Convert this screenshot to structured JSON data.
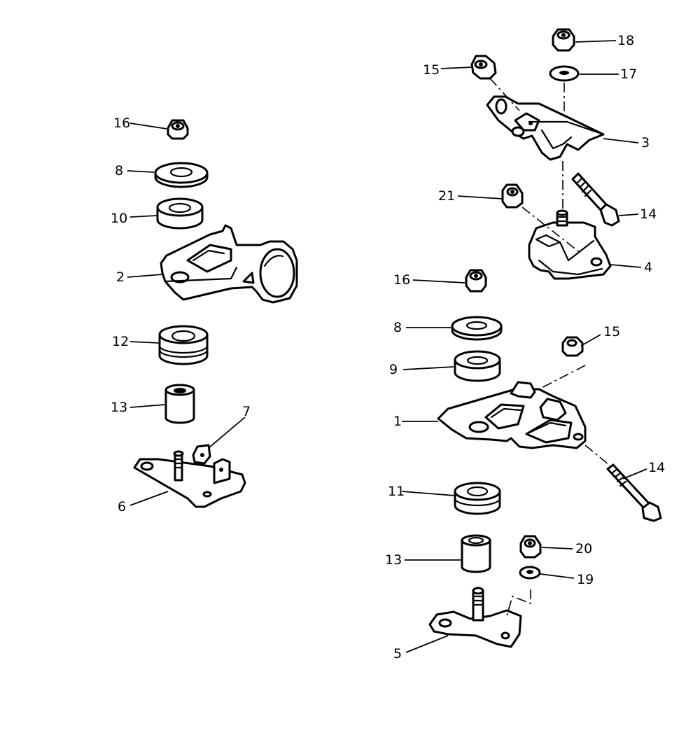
{
  "callouts": {
    "l16": "16",
    "l8": "8",
    "l10": "10",
    "l2": "2",
    "l12": "12",
    "l13": "13",
    "l7": "7",
    "l6": "6",
    "r18": "18",
    "r15a": "15",
    "r17": "17",
    "r3": "3",
    "r21": "21",
    "r14a": "14",
    "r4": "4",
    "r16": "16",
    "r8": "8",
    "r15b": "15",
    "r9": "9",
    "r1": "1",
    "r14b": "14",
    "r11": "11",
    "r20": "20",
    "r13": "13",
    "r19": "19",
    "r5": "5"
  }
}
